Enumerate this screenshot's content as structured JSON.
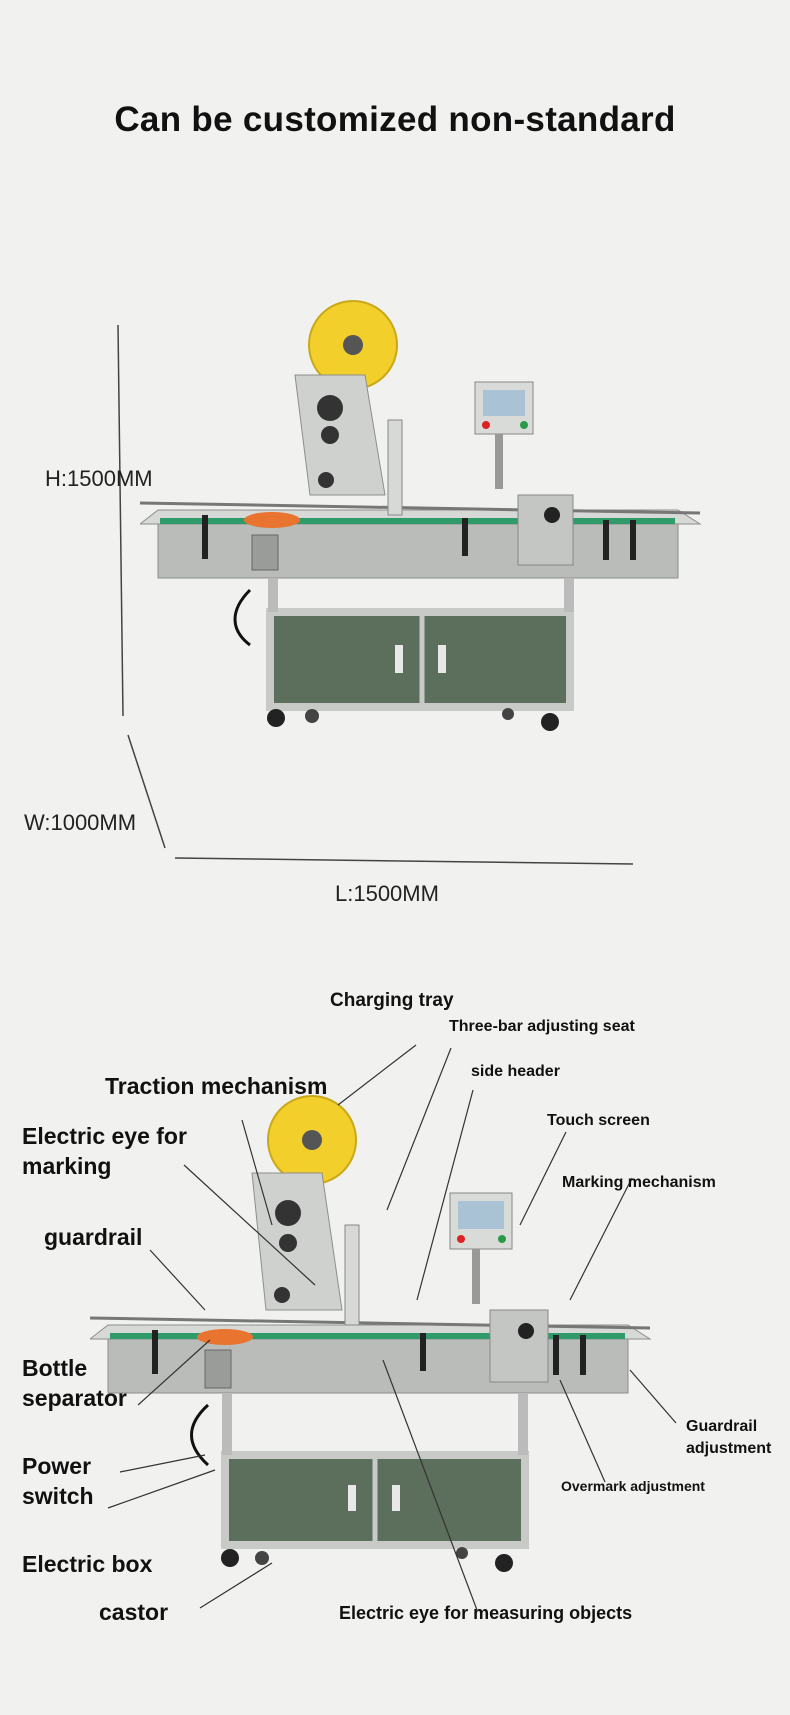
{
  "header": {
    "title": "Can be customized non-standard"
  },
  "dimensions": {
    "height": "H:1500MM",
    "width": "W:1000MM",
    "length": "L:1500MM"
  },
  "labels": {
    "charging_tray": "Charging tray",
    "three_bar_adjusting_seat": "Three-bar adjusting seat",
    "traction_mechanism": "Traction mechanism",
    "side_header": "side header",
    "electric_eye_for_marking": "Electric eye for marking",
    "touch_screen": "Touch screen",
    "marking_mechanism": "Marking mechanism",
    "guardrail": "guardrail",
    "bottle_separator": "Bottle separator",
    "guardrail_adjustment": "Guardrail adjustment",
    "power_switch": "Power switch",
    "overmark_adjustment": "Overmark adjustment",
    "electric_box": "Electric box",
    "castor": "castor",
    "electric_eye_for_measuring_objects": "Electric eye for measuring objects"
  },
  "colors": {
    "background": "#f1f1ef",
    "label_reel": "#f2cf2a",
    "conveyor_belt": "#2f9a6a",
    "cabinet_panel": "#5c6e5c",
    "frame": "#c8cac8",
    "separator_wheel": "#e8742f"
  }
}
